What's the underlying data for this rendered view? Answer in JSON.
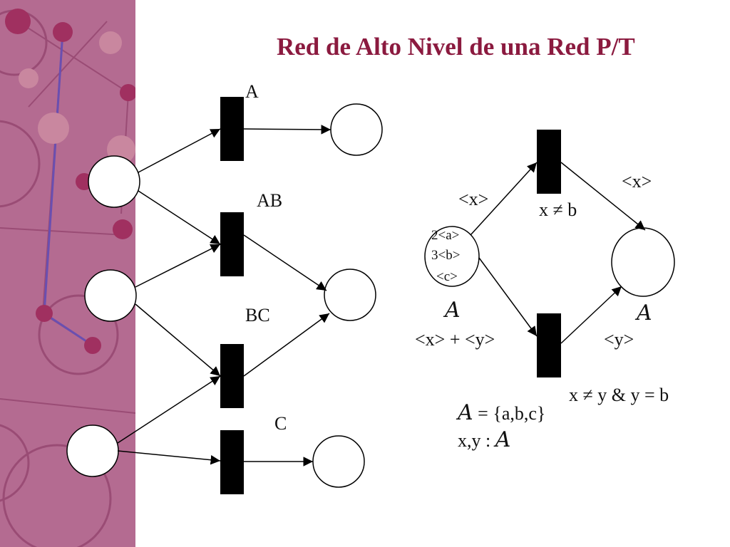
{
  "slide": {
    "title": "Red de Alto Nivel de una Red P/T"
  },
  "left_net": {
    "transitions": {
      "a": "A",
      "ab": "AB",
      "bc": "BC",
      "c": "C"
    }
  },
  "right_net": {
    "initial_marking": [
      "2<a>",
      "3<b>",
      "<c>"
    ],
    "arc_in_top": "<x>",
    "arc_in_bottom": "<x> + <y>",
    "arc_out_top": "<x>",
    "arc_out_bottom": "<y>",
    "guard_top": "x ≠ b",
    "guard_bottom": "x ≠ y & y = b",
    "place_left_type": "A",
    "place_right_type": "A",
    "color_set_symbol": "A",
    "color_set_values": " = {a,b,c}",
    "var_decl": "x,y : ",
    "var_type": "A"
  },
  "colors": {
    "title": "#8b1a3f",
    "sidebar_bg": "#b36a90",
    "stroke": "#000000"
  }
}
